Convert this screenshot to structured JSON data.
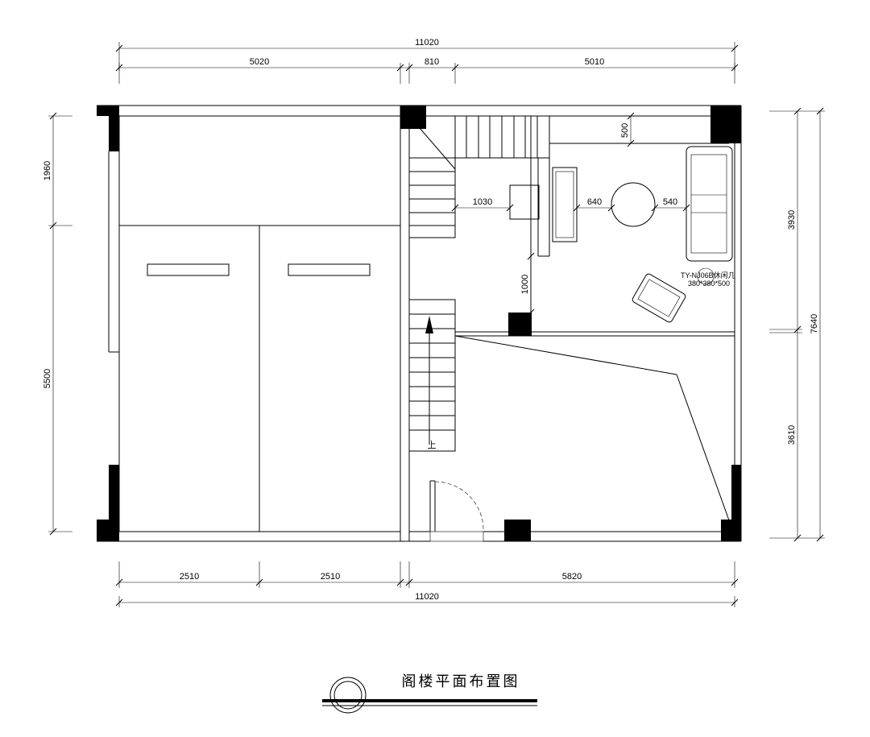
{
  "title": "阁楼平面布置图",
  "dimensions": {
    "top_total": "11020",
    "top_left": "5020",
    "top_mid": "810",
    "top_right": "5010",
    "left_top": "1960",
    "left_bottom": "5500",
    "right_top": "3930",
    "right_total": "7640",
    "right_bottom": "3610",
    "bottom_left_a": "2510",
    "bottom_left_b": "2510",
    "bottom_right": "5820",
    "bottom_total": "11020",
    "inner_500": "500",
    "inner_1030": "1030",
    "inner_640": "640",
    "inner_540": "540",
    "inner_1000": "1000"
  },
  "labels": {
    "stair_up": "上",
    "coffee_table_code": "TY-NJ06B休闲几",
    "coffee_table_size": "380*380*500"
  }
}
